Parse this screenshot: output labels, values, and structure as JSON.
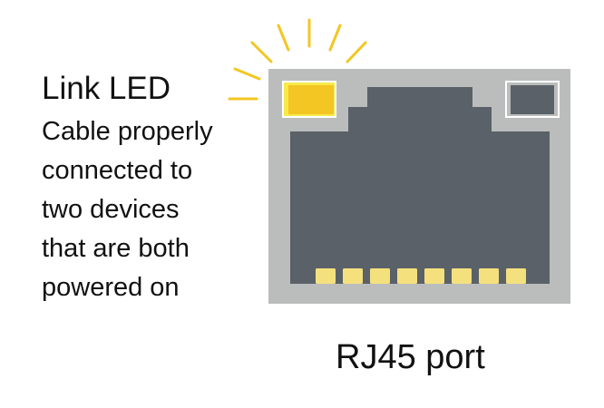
{
  "title": "Link LED",
  "description_lines": [
    "Cable properly",
    "connected to",
    "two devices",
    "that are both",
    "powered on"
  ],
  "caption": "RJ45 port",
  "colors": {
    "housing": "#bbbdbd",
    "port_body": "#5a6168",
    "led_on": "#f3c623",
    "led_on_border": "#f7ea4a",
    "led_off": "#5a6168",
    "pins": "#f5e07e",
    "rays": "#f3c623"
  },
  "port": {
    "pin_count": 8,
    "link_led_state": "on",
    "activity_led_state": "off"
  }
}
